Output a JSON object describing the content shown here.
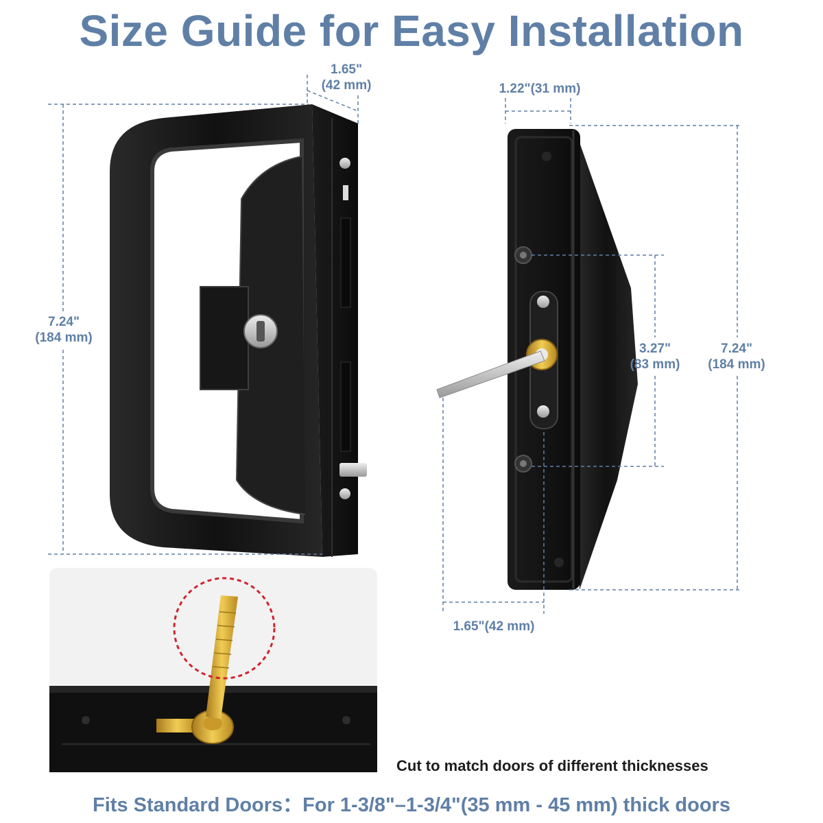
{
  "title": "Size Guide for Easy Installation",
  "front_view": {
    "depth_label": {
      "inch": "1.65\"",
      "mm": "(42 mm)"
    },
    "height_label": {
      "inch": "7.24\"",
      "mm": "(184 mm)"
    }
  },
  "side_view": {
    "plate_width_label": "1.22\"(31 mm)",
    "screw_spacing_label": {
      "inch": "3.27\"",
      "mm": "(83 mm)"
    },
    "height_label": {
      "inch": "7.24\"",
      "mm": "(184 mm)"
    },
    "bottom_depth_label": "1.65\"(42 mm)"
  },
  "inset": {
    "caption": "Cut to match doors of different thicknesses"
  },
  "footer": "Fits Standard Doors：For 1-3/8\"–1-3/4\"(35 mm - 45 mm) thick doors",
  "colors": {
    "accent": "#5f7fa6",
    "handle": "#161616",
    "brass": "#d4a431",
    "cut_marker": "#d0222c"
  }
}
